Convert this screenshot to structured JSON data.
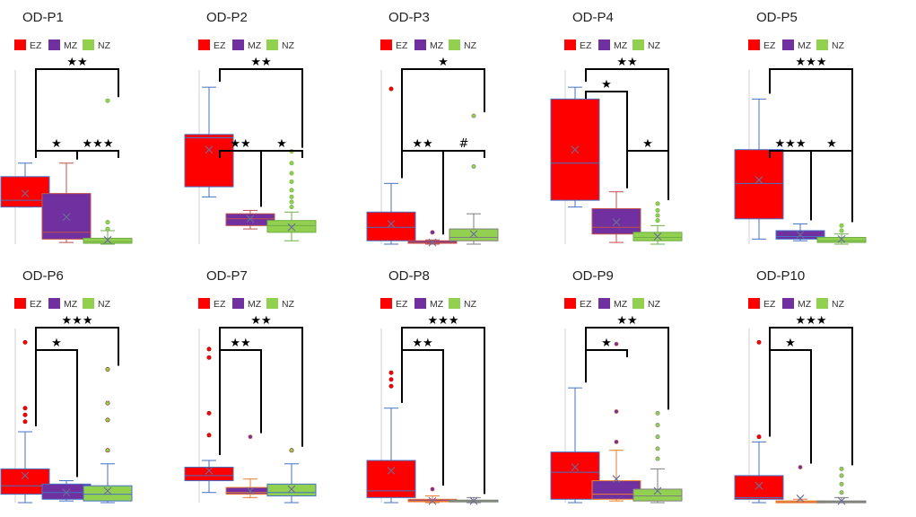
{
  "colors": {
    "EZ": "#ff0000",
    "MZ": "#7030a0",
    "NZ": "#92d050",
    "axis": "#d0d0d0",
    "bracket": "#000000"
  },
  "legend_labels": [
    "EZ",
    "MZ",
    "NZ"
  ],
  "chart_data": [
    {
      "title": "OD-P1",
      "type": "box",
      "ylim": [
        0,
        10
      ],
      "series": [
        {
          "name": "EZ",
          "q1": 2.2,
          "median": 2.6,
          "q3": 4.0,
          "whisker_low": 2.2,
          "whisker_high": 4.8,
          "mean": 3.0,
          "outliers": [],
          "box_color": "#ff0000",
          "edge_color": "#4472c4"
        },
        {
          "name": "MZ",
          "q1": 0.3,
          "median": 0.7,
          "q3": 3.0,
          "whisker_low": 0.1,
          "whisker_high": 4.8,
          "mean": 1.6,
          "outliers": [],
          "box_color": "#7030a0",
          "edge_color": "#c0504d"
        },
        {
          "name": "NZ",
          "q1": 0.05,
          "median": 0.15,
          "q3": 0.35,
          "whisker_low": 0.0,
          "whisker_high": 0.8,
          "mean": 0.25,
          "outliers": [
            0.9,
            1.3,
            8.5
          ],
          "box_color": "#92d050",
          "edge_color": "#70ad47"
        }
      ],
      "brackets": [
        {
          "from": 0,
          "to": 2,
          "level": 3,
          "label": "★★"
        },
        {
          "from": 0,
          "to": 1,
          "level": 1,
          "label": "★"
        },
        {
          "from": 1,
          "to": 2,
          "level": 1,
          "label": "★★★"
        }
      ]
    },
    {
      "title": "OD-P2",
      "type": "box",
      "ylim": [
        0,
        10
      ],
      "series": [
        {
          "name": "EZ",
          "q1": 3.4,
          "median": 6.3,
          "q3": 6.5,
          "whisker_low": 2.8,
          "whisker_high": 9.3,
          "mean": 5.6,
          "outliers": [],
          "box_color": "#ff0000",
          "edge_color": "#4472c4"
        },
        {
          "name": "MZ",
          "q1": 1.1,
          "median": 1.5,
          "q3": 1.8,
          "whisker_low": 0.9,
          "whisker_high": 2.0,
          "mean": 1.5,
          "outliers": [],
          "box_color": "#7030a0",
          "edge_color": "#c0504d"
        },
        {
          "name": "NZ",
          "q1": 0.7,
          "median": 1.1,
          "q3": 1.4,
          "whisker_low": 0.2,
          "whisker_high": 1.9,
          "mean": 1.0,
          "outliers": [
            2.2,
            2.5,
            2.8,
            3.2,
            3.7,
            4.2,
            4.8,
            5.5
          ],
          "box_color": "#92d050",
          "edge_color": "#70ad47"
        }
      ],
      "brackets": [
        {
          "from": 0,
          "to": 2,
          "level": 3,
          "label": "★★"
        },
        {
          "from": 0,
          "to": 1,
          "level": 1,
          "label": "★★"
        },
        {
          "from": 1,
          "to": 2,
          "level": 1,
          "label": "★"
        }
      ]
    },
    {
      "title": "OD-P3",
      "type": "box",
      "ylim": [
        0,
        10
      ],
      "series": [
        {
          "name": "EZ",
          "q1": 0.2,
          "median": 1.0,
          "q3": 1.9,
          "whisker_low": 0.0,
          "whisker_high": 3.6,
          "mean": 1.2,
          "outliers": [
            9.2
          ],
          "box_color": "#ff0000",
          "edge_color": "#4472c4"
        },
        {
          "name": "MZ",
          "q1": 0.05,
          "median": 0.1,
          "q3": 0.2,
          "whisker_low": 0.0,
          "whisker_high": 0.25,
          "mean": 0.1,
          "outliers": [
            0.7
          ],
          "box_color": "#7030a0",
          "edge_color": "#c0504d"
        },
        {
          "name": "NZ",
          "q1": 0.2,
          "median": 0.4,
          "q3": 0.9,
          "whisker_low": 0.0,
          "whisker_high": 1.8,
          "mean": 0.6,
          "outliers": [
            4.6,
            7.6
          ],
          "box_color": "#92d050",
          "edge_color": "#7f7f7f"
        }
      ],
      "brackets": [
        {
          "from": 0,
          "to": 2,
          "level": 3,
          "label": "★"
        },
        {
          "from": 0,
          "to": 1,
          "level": 1,
          "label": "★★"
        },
        {
          "from": 1,
          "to": 2,
          "level": 1,
          "label": "#"
        }
      ]
    },
    {
      "title": "OD-P4",
      "type": "box",
      "ylim": [
        0,
        10
      ],
      "series": [
        {
          "name": "EZ",
          "q1": 2.6,
          "median": 4.8,
          "q3": 8.6,
          "whisker_low": 2.2,
          "whisker_high": 9.3,
          "mean": 5.6,
          "outliers": [],
          "box_color": "#ff0000",
          "edge_color": "#4472c4"
        },
        {
          "name": "MZ",
          "q1": 0.6,
          "median": 1.0,
          "q3": 2.1,
          "whisker_low": 0.1,
          "whisker_high": 3.1,
          "mean": 1.3,
          "outliers": [],
          "box_color": "#7030a0",
          "edge_color": "#c0504d"
        },
        {
          "name": "NZ",
          "q1": 0.2,
          "median": 0.4,
          "q3": 0.7,
          "whisker_low": 0.0,
          "whisker_high": 1.1,
          "mean": 0.45,
          "outliers": [
            1.4,
            1.7,
            2.0,
            2.4
          ],
          "box_color": "#92d050",
          "edge_color": "#70ad47"
        }
      ],
      "brackets": [
        {
          "from": 0,
          "to": 2,
          "level": 3,
          "label": "★★"
        },
        {
          "from": 0,
          "to": 1,
          "level": 2,
          "label": "★"
        },
        {
          "from": 1,
          "to": 2,
          "level": 1,
          "label": "★"
        }
      ]
    },
    {
      "title": "OD-P5",
      "type": "box",
      "ylim": [
        0,
        10
      ],
      "series": [
        {
          "name": "EZ",
          "q1": 1.5,
          "median": 3.6,
          "q3": 5.6,
          "whisker_low": 0.3,
          "whisker_high": 8.6,
          "mean": 3.8,
          "outliers": [],
          "box_color": "#ff0000",
          "edge_color": "#4472c4"
        },
        {
          "name": "MZ",
          "q1": 0.3,
          "median": 0.45,
          "q3": 0.8,
          "whisker_low": 0.2,
          "whisker_high": 1.2,
          "mean": 0.55,
          "outliers": [],
          "box_color": "#7030a0",
          "edge_color": "#4472c4"
        },
        {
          "name": "NZ",
          "q1": 0.1,
          "median": 0.2,
          "q3": 0.4,
          "whisker_low": 0.0,
          "whisker_high": 0.6,
          "mean": 0.3,
          "outliers": [
            0.8,
            1.1
          ],
          "box_color": "#92d050",
          "edge_color": "#70ad47"
        }
      ],
      "brackets": [
        {
          "from": 0,
          "to": 2,
          "level": 3,
          "label": "★★★"
        },
        {
          "from": 0,
          "to": 1,
          "level": 1,
          "label": "★★★"
        },
        {
          "from": 1,
          "to": 2,
          "level": 1,
          "label": "★"
        }
      ]
    },
    {
      "title": "OD-P6",
      "type": "box",
      "ylim": [
        0,
        10
      ],
      "series": [
        {
          "name": "EZ",
          "q1": 0.5,
          "median": 1.0,
          "q3": 2.0,
          "whisker_low": 0.0,
          "whisker_high": 4.2,
          "mean": 1.6,
          "outliers": [
            4.8,
            5.2,
            5.6,
            9.5
          ],
          "box_color": "#ff0000",
          "edge_color": "#4472c4"
        },
        {
          "name": "MZ",
          "q1": 0.2,
          "median": 0.6,
          "q3": 1.1,
          "whisker_low": 0.1,
          "whisker_high": 1.3,
          "mean": 0.6,
          "outliers": [],
          "box_color": "#7030a0",
          "edge_color": "#4472c4"
        },
        {
          "name": "NZ",
          "q1": 0.1,
          "median": 0.5,
          "q3": 1.0,
          "whisker_low": 0.0,
          "whisker_high": 2.3,
          "mean": 0.7,
          "outliers": [
            3.1,
            4.9,
            5.9,
            7.9
          ],
          "box_color": "#92d050",
          "edge_color": "#4472c4"
        }
      ],
      "brackets": [
        {
          "from": 0,
          "to": 2,
          "level": 3,
          "label": "★★★"
        },
        {
          "from": 0,
          "to": 1,
          "level": 2,
          "label": "★"
        }
      ]
    },
    {
      "title": "OD-P7",
      "type": "box",
      "ylim": [
        0,
        10
      ],
      "series": [
        {
          "name": "EZ",
          "q1": 1.3,
          "median": 1.6,
          "q3": 2.1,
          "whisker_low": 0.6,
          "whisker_high": 2.5,
          "mean": 1.9,
          "outliers": [
            4.0,
            5.3,
            8.6,
            9.1
          ],
          "box_color": "#ff0000",
          "edge_color": "#4472c4"
        },
        {
          "name": "MZ",
          "q1": 0.5,
          "median": 0.6,
          "q3": 0.9,
          "whisker_low": 0.3,
          "whisker_high": 1.4,
          "mean": 0.7,
          "outliers": [
            3.9
          ],
          "box_color": "#7030a0",
          "edge_color": "#ed7d31"
        },
        {
          "name": "NZ",
          "q1": 0.4,
          "median": 0.6,
          "q3": 1.1,
          "whisker_low": 0.0,
          "whisker_high": 2.3,
          "mean": 0.8,
          "outliers": [
            3.1
          ],
          "box_color": "#92d050",
          "edge_color": "#4472c4"
        }
      ],
      "brackets": [
        {
          "from": 0,
          "to": 2,
          "level": 3,
          "label": "★★"
        },
        {
          "from": 0,
          "to": 1,
          "level": 2,
          "label": "★★"
        }
      ]
    },
    {
      "title": "OD-P8",
      "type": "box",
      "ylim": [
        0,
        10
      ],
      "series": [
        {
          "name": "EZ",
          "q1": 0.3,
          "median": 0.7,
          "q3": 2.5,
          "whisker_low": 0.0,
          "whisker_high": 5.6,
          "mean": 1.9,
          "outliers": [
            6.9,
            7.3,
            7.7
          ],
          "box_color": "#ff0000",
          "edge_color": "#4472c4"
        },
        {
          "name": "MZ",
          "q1": 0.05,
          "median": 0.1,
          "q3": 0.2,
          "whisker_low": 0.0,
          "whisker_high": 0.4,
          "mean": 0.1,
          "outliers": [
            0.8
          ],
          "box_color": "#7030a0",
          "edge_color": "#ed7d31"
        },
        {
          "name": "NZ",
          "q1": 0.05,
          "median": 0.1,
          "q3": 0.15,
          "whisker_low": 0.0,
          "whisker_high": 0.3,
          "mean": 0.1,
          "outliers": [],
          "box_color": "#92d050",
          "edge_color": "#7f7f7f"
        }
      ],
      "brackets": [
        {
          "from": 0,
          "to": 2,
          "level": 3,
          "label": "★★★"
        },
        {
          "from": 0,
          "to": 1,
          "level": 2,
          "label": "★★"
        }
      ]
    },
    {
      "title": "OD-P9",
      "type": "box",
      "ylim": [
        0,
        10
      ],
      "series": [
        {
          "name": "EZ",
          "q1": 0.2,
          "median": 1.8,
          "q3": 3.0,
          "whisker_low": 0.0,
          "whisker_high": 6.8,
          "mean": 2.1,
          "outliers": [],
          "box_color": "#ff0000",
          "edge_color": "#4472c4"
        },
        {
          "name": "MZ",
          "q1": 0.2,
          "median": 0.5,
          "q3": 1.3,
          "whisker_low": 0.1,
          "whisker_high": 3.1,
          "mean": 1.4,
          "outliers": [
            3.6,
            5.4,
            9.4
          ],
          "box_color": "#7030a0",
          "edge_color": "#ed7d31"
        },
        {
          "name": "NZ",
          "q1": 0.1,
          "median": 0.4,
          "q3": 0.8,
          "whisker_low": 0.0,
          "whisker_high": 2.0,
          "mean": 0.7,
          "outliers": [
            2.6,
            3.2,
            3.9,
            4.6,
            5.3
          ],
          "box_color": "#92d050",
          "edge_color": "#7f7f7f"
        }
      ],
      "brackets": [
        {
          "from": 0,
          "to": 2,
          "level": 3,
          "label": "★★"
        },
        {
          "from": 0,
          "to": 1,
          "level": 2,
          "label": "★"
        }
      ]
    },
    {
      "title": "OD-P10",
      "type": "box",
      "ylim": [
        0,
        10
      ],
      "series": [
        {
          "name": "EZ",
          "q1": 0.2,
          "median": 0.3,
          "q3": 1.6,
          "whisker_low": 0.0,
          "whisker_high": 3.6,
          "mean": 1.0,
          "outliers": [
            3.9,
            9.5
          ],
          "box_color": "#ff0000",
          "edge_color": "#4472c4"
        },
        {
          "name": "MZ",
          "q1": 0.0,
          "median": 0.05,
          "q3": 0.1,
          "whisker_low": 0.0,
          "whisker_high": 0.2,
          "mean": 0.25,
          "outliers": [
            2.1
          ],
          "box_color": "#7030a0",
          "edge_color": "#ed7d31"
        },
        {
          "name": "NZ",
          "q1": 0.0,
          "median": 0.05,
          "q3": 0.1,
          "whisker_low": 0.0,
          "whisker_high": 0.3,
          "mean": 0.1,
          "outliers": [
            0.6,
            1.1,
            1.6,
            2.0
          ],
          "box_color": "#92d050",
          "edge_color": "#7f7f7f"
        }
      ],
      "brackets": [
        {
          "from": 0,
          "to": 2,
          "level": 3,
          "label": "★★★"
        },
        {
          "from": 0,
          "to": 1,
          "level": 2,
          "label": "★"
        }
      ]
    }
  ]
}
